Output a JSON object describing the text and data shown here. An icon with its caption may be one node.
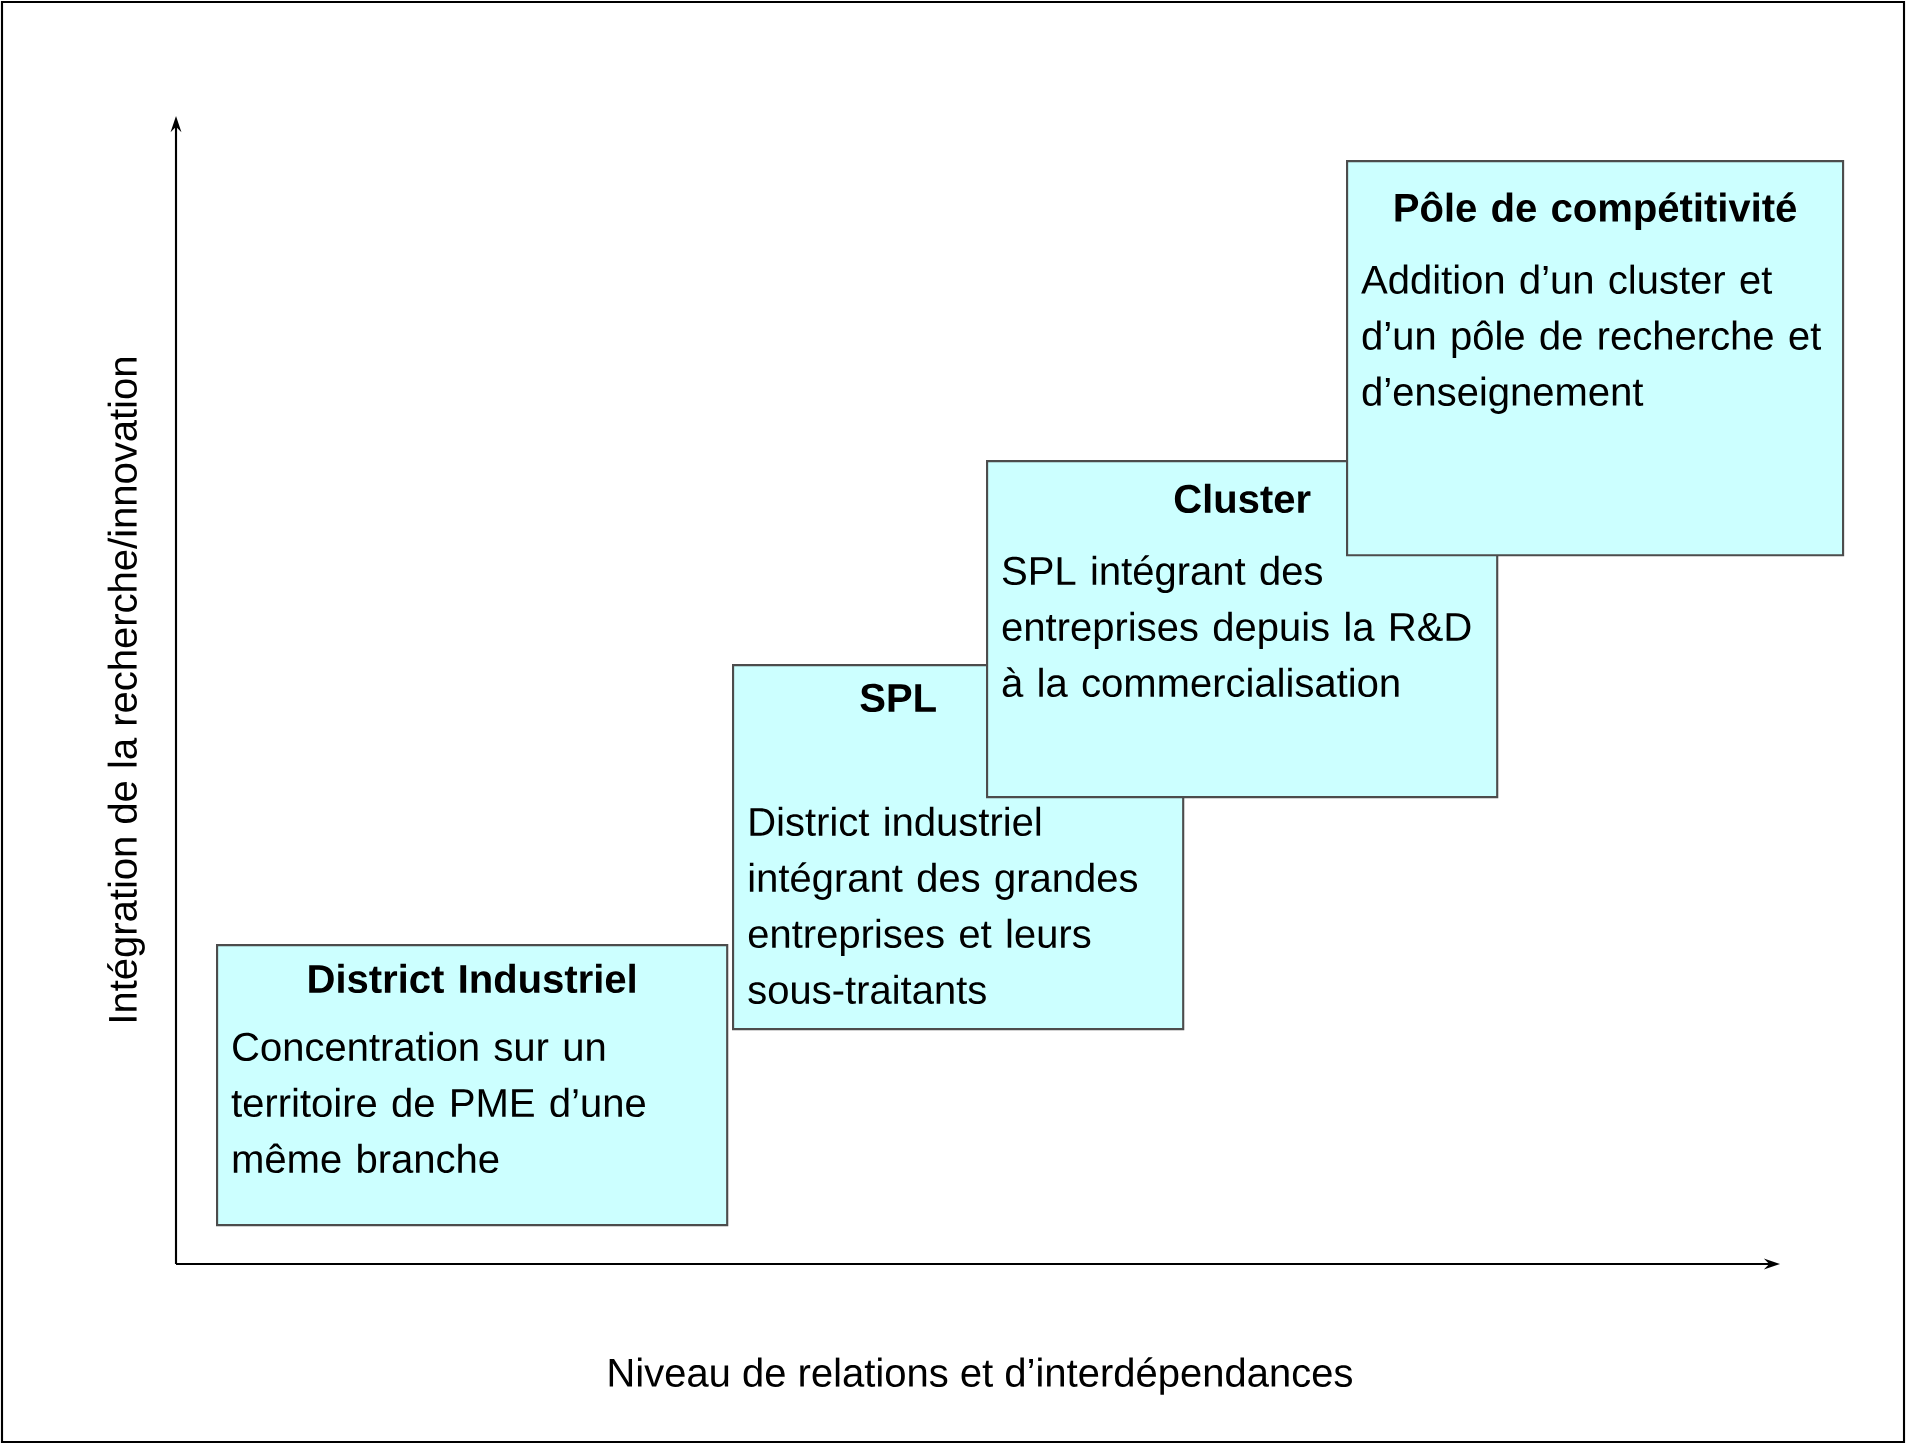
{
  "diagram": {
    "nodes": [
      {
        "text": [
          "District Industriel",
          "Concentration sur un territoire de PME d’une même branche"
        ]
      },
      {
        "text": [
          "SPL",
          "District industriel intégrant des grandes entreprises et leurs sous-traitants"
        ]
      },
      {
        "text": [
          "Cluster",
          "SPL intégrant des entreprises depuis la R&D à la commercialisation"
        ]
      },
      {
        "text": [
          "Pôle de compétitivité",
          "Addition d’un cluster et d’un pôle de recherche et d’enseignement"
        ]
      }
    ],
    "labels": [
      "Intégration de la recherche/innovation",
      "Niveau de relations et d’interdépendances"
    ]
  }
}
